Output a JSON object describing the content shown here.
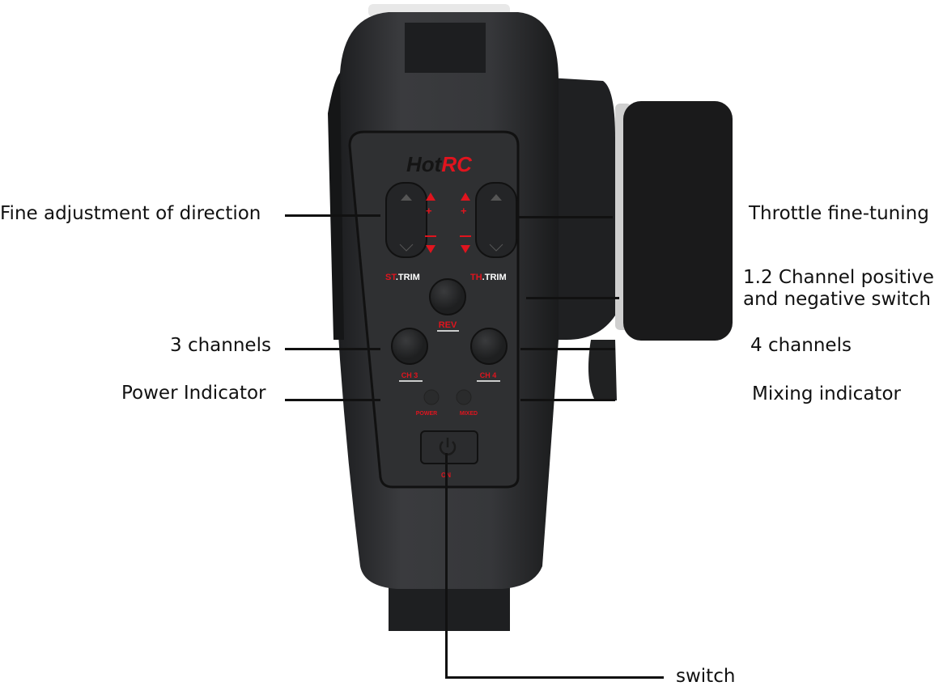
{
  "product": {
    "logo": {
      "part1": "Hot",
      "part2": "RC"
    },
    "panel": {
      "st_trim_prefix": "ST",
      "st_trim_suffix": ".TRIM",
      "th_trim_prefix": "TH",
      "th_trim_suffix": ".TRIM",
      "rev": "REV",
      "ch3": "CH 3",
      "ch4": "CH 4",
      "power": "POWER",
      "mixed": "MIXED",
      "on": "ON",
      "plus": "+",
      "minus": "—"
    }
  },
  "callouts": {
    "fine_adjustment": "Fine adjustment of direction",
    "throttle": "Throttle fine-tuning",
    "channel_switch_1": "1.2 Channel positive",
    "channel_switch_2": "and negative switch",
    "ch3": "3 channels",
    "ch4": "4 channels",
    "power": "Power Indicator",
    "mixing": "Mixing indicator",
    "switch": "switch"
  },
  "colors": {
    "accent_red": "#e0141e",
    "body": "#2a2b2d",
    "panel": "#333436"
  }
}
